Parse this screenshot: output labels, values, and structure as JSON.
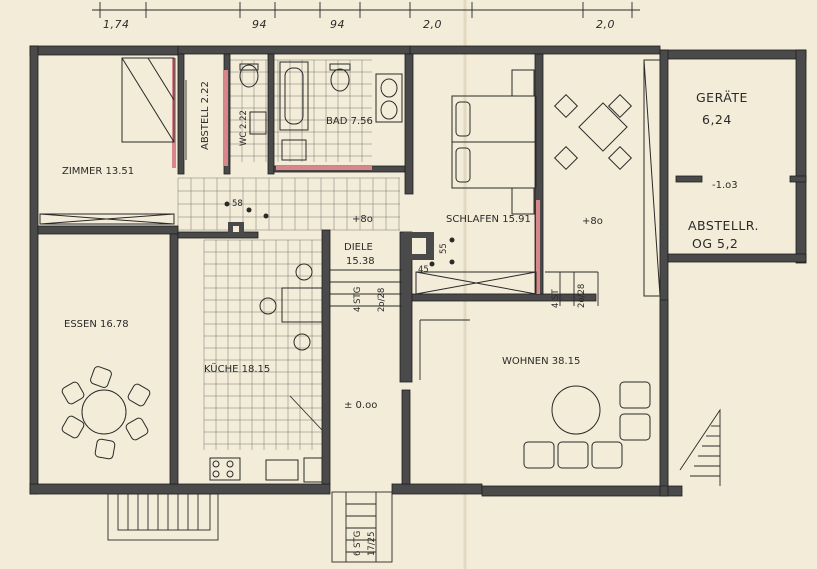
{
  "dimensions": [
    "1,74",
    "94",
    "94",
    "2,0",
    "2,0"
  ],
  "rooms": {
    "zimmer": "ZIMMER 13.51",
    "abstell": "ABSTELL 2.22",
    "wc": "WC 2.22",
    "bad": "BAD 7.56",
    "schlafen": "SCHLAFEN 15.91",
    "geraete_1": "GERÄTE",
    "geraete_2": "6,24",
    "abstellr_1": "ABSTELLR.",
    "abstellr_2": "OG 5,2",
    "diele_1": "DIELE",
    "diele_2": "15.38",
    "essen": "ESSEN 16.78",
    "kueche": "KÜCHE 18.15",
    "wohnen": "WOHNEN 38.15"
  },
  "annotations": {
    "plus80_a": "+8o",
    "plus80_b": "+8o",
    "zero": "± 0.oo",
    "level_1": "-1.o3",
    "n58": "58",
    "n55": "55",
    "n45": "45",
    "stairs_a_1": "4 STG",
    "stairs_a_2": "2o/28",
    "stairs_b_1": "4 ST",
    "stairs_b_2": "2o/28",
    "stairs_c_1": "6 STG",
    "stairs_c_2": "17/25"
  },
  "colors": {
    "paper": "#f3ecd8",
    "wall": "#4a4a4a",
    "accent_red": "#d9868a"
  }
}
